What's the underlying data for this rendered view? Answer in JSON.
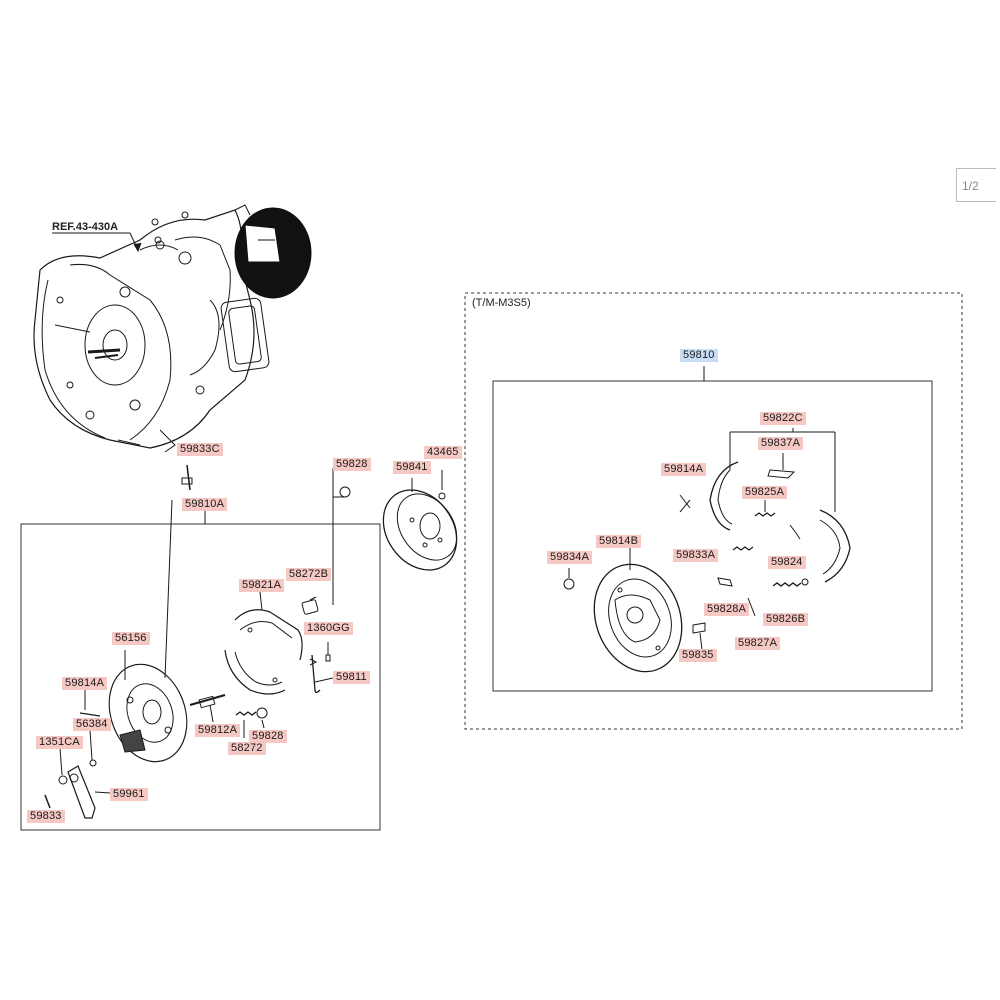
{
  "reference_label": "REF.43-430A",
  "variant_label": "(T/M-M3S5)",
  "page_indicator": "1/2",
  "colors": {
    "label_bg": "#f6c8c4",
    "assembly_label_bg": "#c9dcf5",
    "line": "#1a1a1a"
  },
  "labels": {
    "p59833C": "59833C",
    "p59810A": "59810A",
    "p59828_top": "59828",
    "p59841": "59841",
    "p43465": "43465",
    "p59821A": "59821A",
    "p58272B": "58272B",
    "p1360GG": "1360GG",
    "p59811": "59811",
    "p56156": "56156",
    "p59814A_left": "59814A",
    "p56384": "56384",
    "p1351CA": "1351CA",
    "p59812A": "59812A",
    "p59828_bottom": "59828",
    "p58272": "58272",
    "p59961": "59961",
    "p59833": "59833",
    "p59810": "59810",
    "p59822C": "59822C",
    "p59837A": "59837A",
    "p59814A_right": "59814A",
    "p59825A": "59825A",
    "p59833A": "59833A",
    "p59824": "59824",
    "p59814B": "59814B",
    "p59834A": "59834A",
    "p59828A": "59828A",
    "p59826B": "59826B",
    "p59827A": "59827A",
    "p59835": "59835"
  }
}
